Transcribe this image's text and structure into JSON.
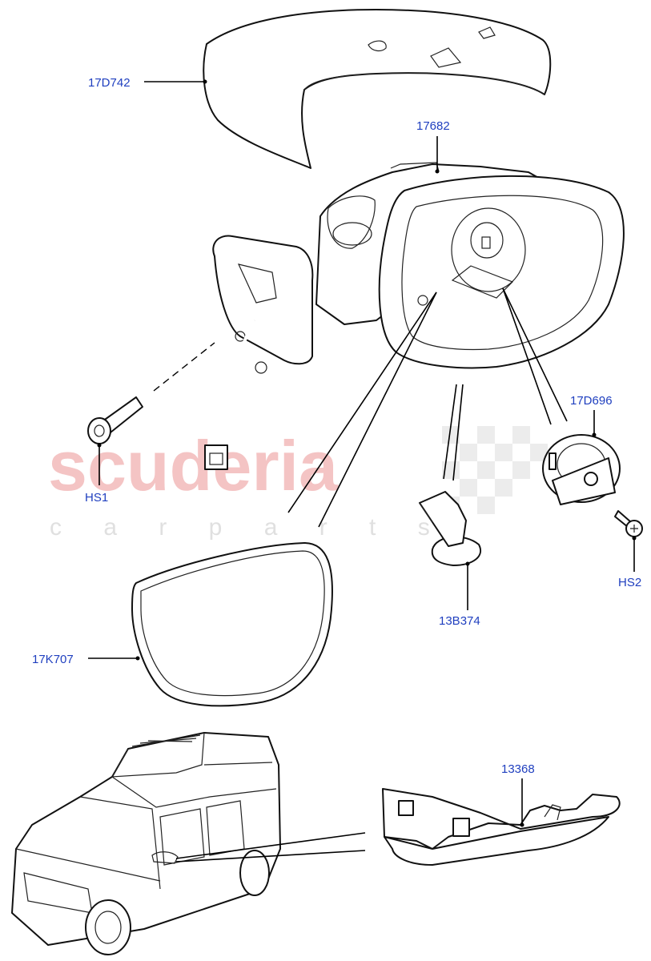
{
  "watermark": {
    "brand": "scuderia",
    "tagline": "c a r   p a r t s"
  },
  "labels": {
    "mirror_cover": "17D742",
    "mirror_housing": "17682",
    "glass_actuator": "17D696",
    "screw_hs1": "HS1",
    "screw_hs2": "HS2",
    "clip": "13B374",
    "mirror_glass": "17K707",
    "side_repeater": "13368"
  }
}
